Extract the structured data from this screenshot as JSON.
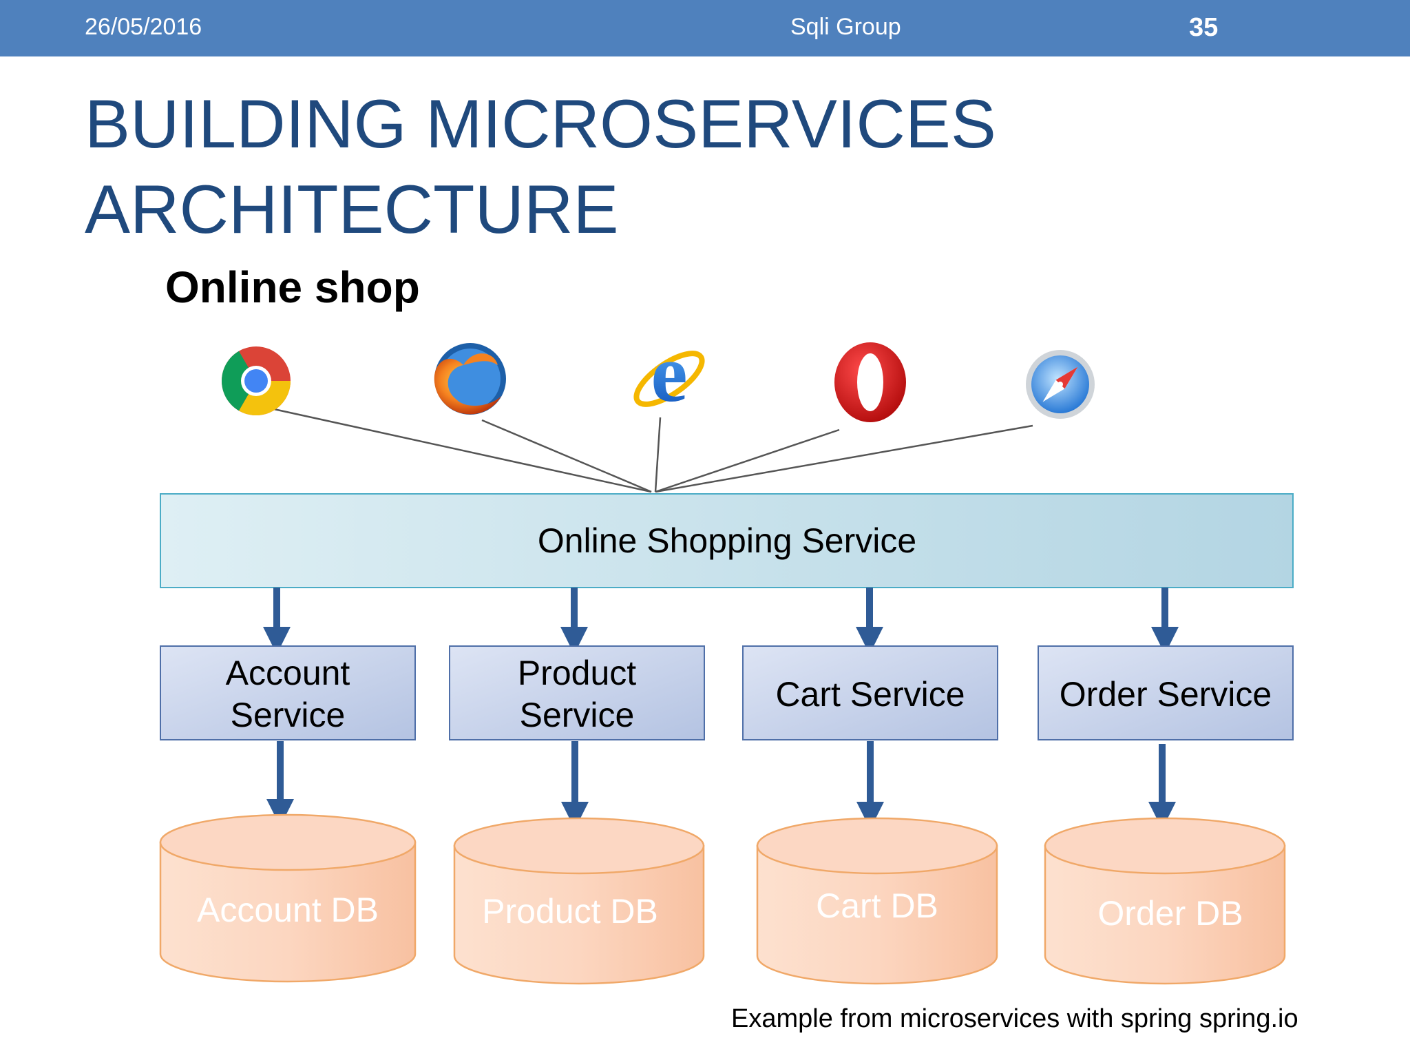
{
  "header": {
    "date": "26/05/2016",
    "group": "Sqli Group",
    "page_number": "35",
    "bar_color": "#4f81bd"
  },
  "title": {
    "line1": "BUILDING MICROSERVICES",
    "line2": "ARCHITECTURE"
  },
  "subtitle": "Online shop",
  "browsers": [
    {
      "name": "chrome-icon"
    },
    {
      "name": "firefox-icon"
    },
    {
      "name": "internet-explorer-icon"
    },
    {
      "name": "opera-icon"
    },
    {
      "name": "safari-icon"
    }
  ],
  "gateway": {
    "label": "Online Shopping Service"
  },
  "services": [
    {
      "line1": "Account",
      "line2": "Service"
    },
    {
      "line1": "Product",
      "line2": "Service"
    },
    {
      "line1": "Cart Service",
      "line2": ""
    },
    {
      "line1": "Order Service",
      "line2": ""
    }
  ],
  "databases": [
    {
      "label": "Account DB"
    },
    {
      "label": "Product DB"
    },
    {
      "label": "Cart DB"
    },
    {
      "label": "Order DB"
    }
  ],
  "caption": "Example from microservices with spring spring.io",
  "colors": {
    "title": "#1f497d",
    "arrow": "#2f5b96",
    "gateway_fill": "#c8e3ec",
    "service_fill": "#c6d1e9",
    "db_fill": "#fbcfb6",
    "db_stroke": "#f0a868"
  }
}
